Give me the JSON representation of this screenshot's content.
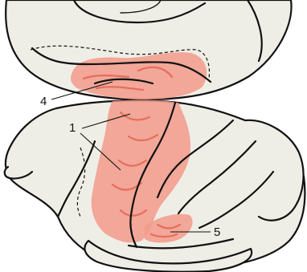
{
  "diagram": {
    "labels": {
      "label_1": "1",
      "label_4": "4",
      "label_5": "5"
    },
    "colors": {
      "tissue": "#efeee6",
      "highlight_region": "#f29a8a",
      "outline": "#111111",
      "background": "#ffffff"
    }
  }
}
